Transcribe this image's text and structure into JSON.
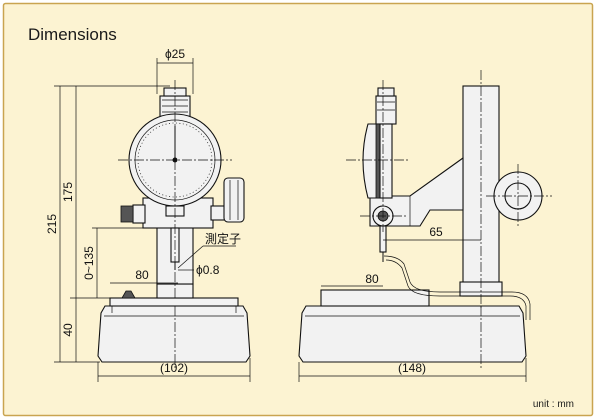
{
  "title": "Dimensions",
  "unit_note": "unit : mm",
  "colors": {
    "background": "#fcf3d2",
    "border": "#c9a450"
  },
  "labels": {
    "phi25": "ϕ25",
    "d215": "215",
    "d175": "175",
    "d0_135": "0~135",
    "d40": "40",
    "d80_front": "80",
    "d102": "(102)",
    "probe": "測定子",
    "phi08": "ϕ0.8",
    "d65": "65",
    "d80_side": "80",
    "d148": "(148)"
  }
}
